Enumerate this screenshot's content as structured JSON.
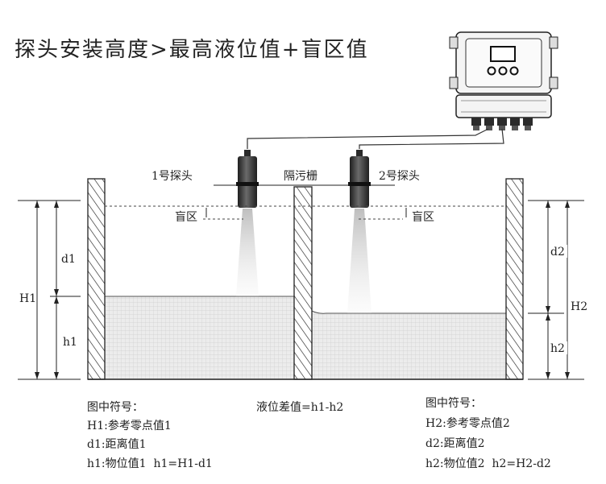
{
  "title": "探头安装高度>最高液位值+盲区值",
  "labels": {
    "probe1": "1号探头",
    "probe2": "2号探头",
    "separator": "隔污栅",
    "blind1": "盲区",
    "blind2": "盲区",
    "d1": "d1",
    "h1": "h1",
    "H1": "H1",
    "d2": "d2",
    "h2": "h2",
    "H2": "H2"
  },
  "legend_left": {
    "heading": "图中符号：",
    "lines": [
      "H1:参考零点值1",
      "d1:距离值1",
      "h1:物位值1  h1=H1-d1"
    ]
  },
  "legend_center": "液位差值=h1-h2",
  "legend_right": {
    "heading": "图中符号：",
    "lines": [
      "H2:参考零点值2",
      "d2:距离值2",
      "h2:物位值2  h2=H2-d2"
    ]
  },
  "colors": {
    "liquid": "#ececec",
    "grid": "#c8c8c8",
    "probe": "#3a3a3a",
    "line": "#222222"
  }
}
